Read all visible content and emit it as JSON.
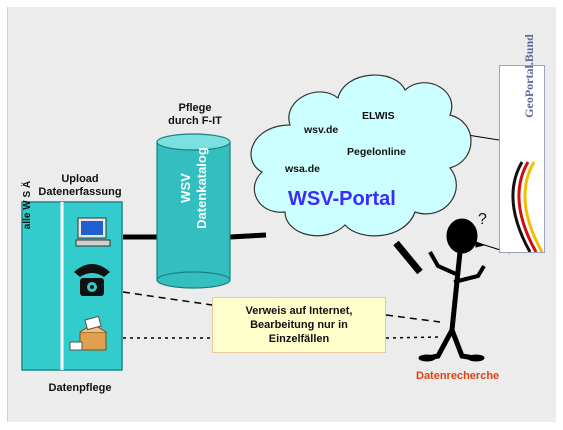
{
  "edit": {
    "line1": "Pflege",
    "line2": "durch F-IT"
  },
  "upload": {
    "line1": "Upload",
    "line2": "Datenerfassung"
  },
  "panel": {
    "vertical_label": "alle W S Ä",
    "bottom_label": "Datenpflege"
  },
  "catalog": {
    "line1": "WSV",
    "line2": "Datenkatalog"
  },
  "cloud": {
    "items": [
      "wsv.de",
      "ELWIS",
      "Pegelonline",
      "wsa.de"
    ],
    "title": "WSV-Portal"
  },
  "notice": {
    "line1": "Verweis auf Internet,",
    "line2": "Bearbeitung nur in",
    "line3": "Einzelfällen"
  },
  "research": {
    "label": "Datenrecherche",
    "question": "?"
  },
  "geoportal": {
    "text": "GeoPortal.Bund"
  },
  "colors": {
    "panel": "#33cccc",
    "cylinder": "#33bfbf",
    "cloud": "#ccffff",
    "portal_title": "#3b2bff",
    "notice_bg": "#ffffcc",
    "research": "#e04010"
  }
}
